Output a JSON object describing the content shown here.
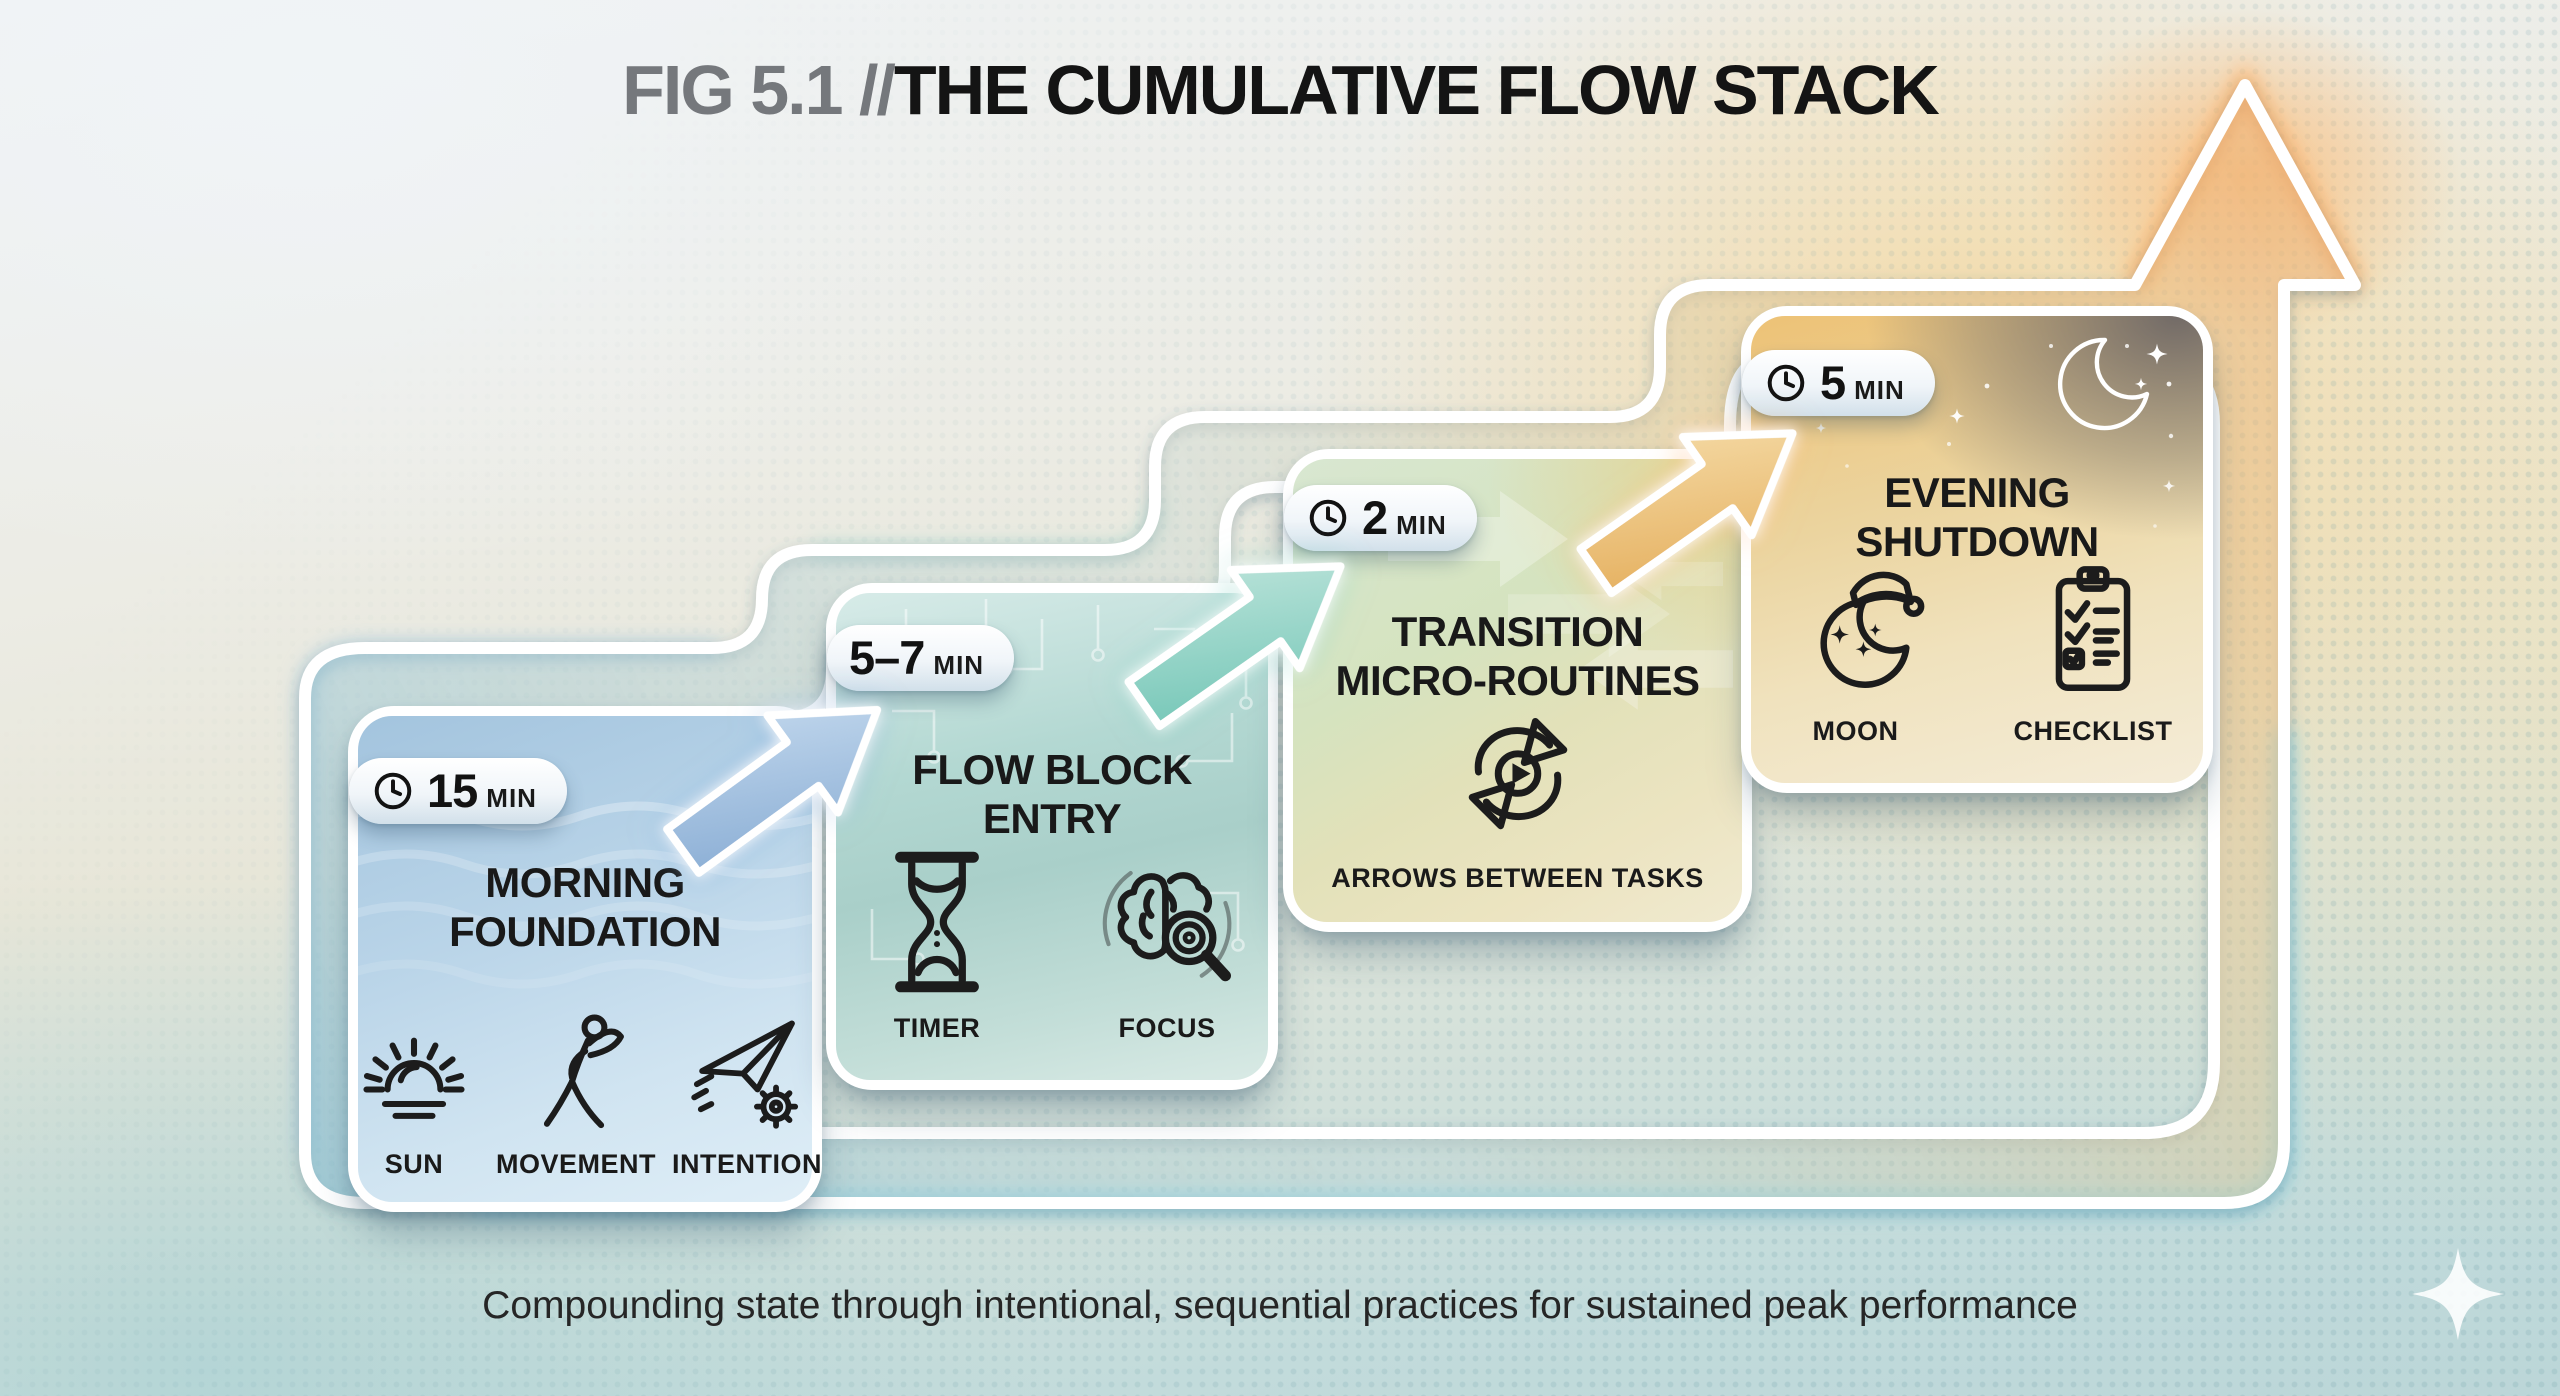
{
  "header": {
    "fig_label": "FIG 5.1 //",
    "title": "THE CUMULATIVE FLOW STACK"
  },
  "caption": "Compounding state through intentional, sequential practices for sustained peak performance",
  "cards": [
    {
      "duration": "15",
      "unit": "MIN",
      "show_clock": true,
      "title_line1": "MORNING",
      "title_line2": "FOUNDATION",
      "items": [
        {
          "icon": "sunrise-icon",
          "label": "SUN"
        },
        {
          "icon": "stretching-person-icon",
          "label": "MOVEMENT"
        },
        {
          "icon": "paper-plane-gear-icon",
          "label": "INTENTION"
        }
      ]
    },
    {
      "duration": "5–7",
      "unit": "MIN",
      "show_clock": false,
      "title_line1": "FLOW BLOCK",
      "title_line2": "ENTRY",
      "items": [
        {
          "icon": "hourglass-icon",
          "label": "TIMER"
        },
        {
          "icon": "brain-magnifier-icon",
          "label": "FOCUS"
        }
      ]
    },
    {
      "duration": "2",
      "unit": "MIN",
      "show_clock": true,
      "title_line1": "TRANSITION",
      "title_line2": "MICRO-ROUTINES",
      "items": [
        {
          "icon": "cycle-arrows-icon",
          "label": "ARROWS BETWEEN TASKS"
        }
      ]
    },
    {
      "duration": "5",
      "unit": "MIN",
      "show_clock": true,
      "title_line1": "EVENING",
      "title_line2": "SHUTDOWN",
      "items": [
        {
          "icon": "moon-nightcap-icon",
          "label": "MOON"
        },
        {
          "icon": "checklist-icon",
          "label": "CHECKLIST"
        }
      ]
    }
  ],
  "colors": {
    "ink": "#1c1c1c",
    "fig_gray": "#75787c",
    "accent_blue": "#8fb9dc",
    "accent_teal": "#7ecdbf",
    "accent_gold": "#ecc07c",
    "accent_orange": "#f5a95f",
    "glow_cyan": "#8ed9ea",
    "card_border": "#ffffff"
  }
}
